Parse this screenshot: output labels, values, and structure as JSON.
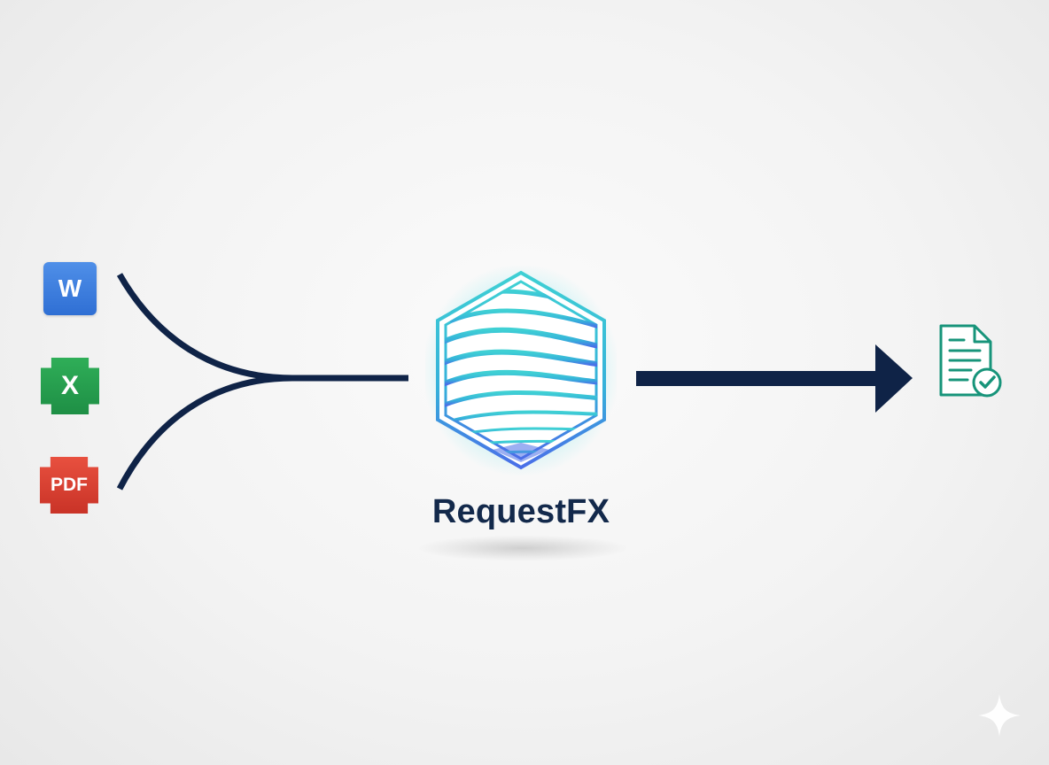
{
  "inputs": {
    "word": {
      "label": "W",
      "icon": "word-document-icon",
      "color": "#2f6fd4"
    },
    "excel": {
      "label": "X",
      "icon": "excel-spreadsheet-icon",
      "color": "#1e8f45"
    },
    "pdf": {
      "label": "PDF",
      "icon": "pdf-document-icon",
      "color": "#c93327"
    }
  },
  "center": {
    "name": "RequestFX",
    "logo_icon": "hexagon-waves-logo",
    "gradient_top": "#3fd0d4",
    "gradient_bottom": "#4a6ee8",
    "text_color": "#13294b"
  },
  "output": {
    "icon": "verified-document-icon",
    "color": "#17947a"
  },
  "connector_color": "#0f2347",
  "watermark": {
    "icon": "sparkle-icon"
  }
}
